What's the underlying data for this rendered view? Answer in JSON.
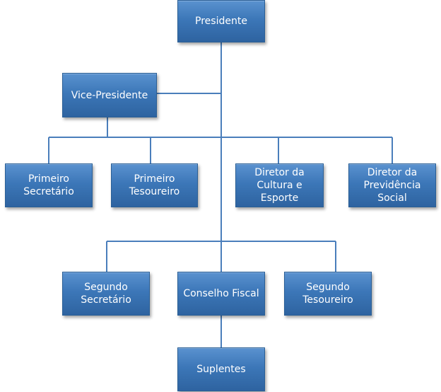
{
  "nodes": {
    "presidente": "Presidente",
    "vice_presidente": "Vice-Presidente",
    "primeiro_secretario": "Primeiro\nSecretário",
    "primeiro_tesoureiro": "Primeiro\nTesoureiro",
    "diretor_cultura": "Diretor  da\nCultura e\nEsporte",
    "diretor_previdencia": "Diretor da\nPrevidência\nSocial",
    "segundo_secretario": "Segundo\nSecretário",
    "conselho_fiscal": "Conselho Fiscal",
    "segundo_tesoureiro": "Segundo\nTesoureiro",
    "suplentes": "Suplentes"
  },
  "colors": {
    "box_top": "#5a92cf",
    "box_bottom": "#2e63a0",
    "connector": "#4a7ebb",
    "text": "#ffffff"
  }
}
